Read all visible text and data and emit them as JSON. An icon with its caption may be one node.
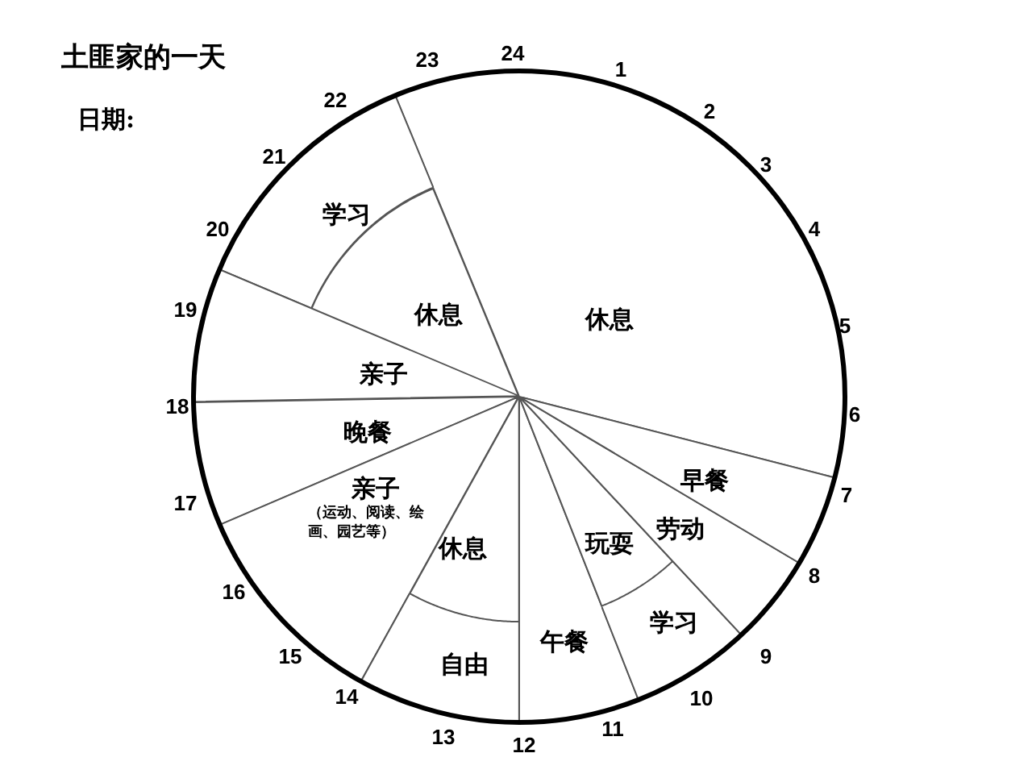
{
  "diagram": {
    "title": "土匪家的一天",
    "nodes": [
      {
        "text": [
          "休息"
        ]
      },
      {
        "text": [
          "学习"
        ]
      },
      {
        "text": [
          "休息"
        ]
      },
      {
        "text": [
          "亲子"
        ]
      },
      {
        "text": [
          "晚餐"
        ]
      },
      {
        "text": [
          "亲子",
          "（运动、阅读、绘画、园艺等）"
        ]
      },
      {
        "text": [
          "休息"
        ]
      },
      {
        "text": [
          "自由"
        ]
      },
      {
        "text": [
          "午餐"
        ]
      },
      {
        "text": [
          "玩耍"
        ]
      },
      {
        "text": [
          "学习"
        ]
      },
      {
        "text": [
          "劳动"
        ]
      },
      {
        "text": [
          "早餐"
        ]
      }
    ],
    "labels": [
      "日期:",
      "24",
      "1",
      "2",
      "3",
      "4",
      "5",
      "6",
      "7",
      "8",
      "9",
      "10",
      "11",
      "12",
      "13",
      "14",
      "15",
      "16",
      "17",
      "18",
      "19",
      "20",
      "21",
      "22",
      "23"
    ]
  }
}
